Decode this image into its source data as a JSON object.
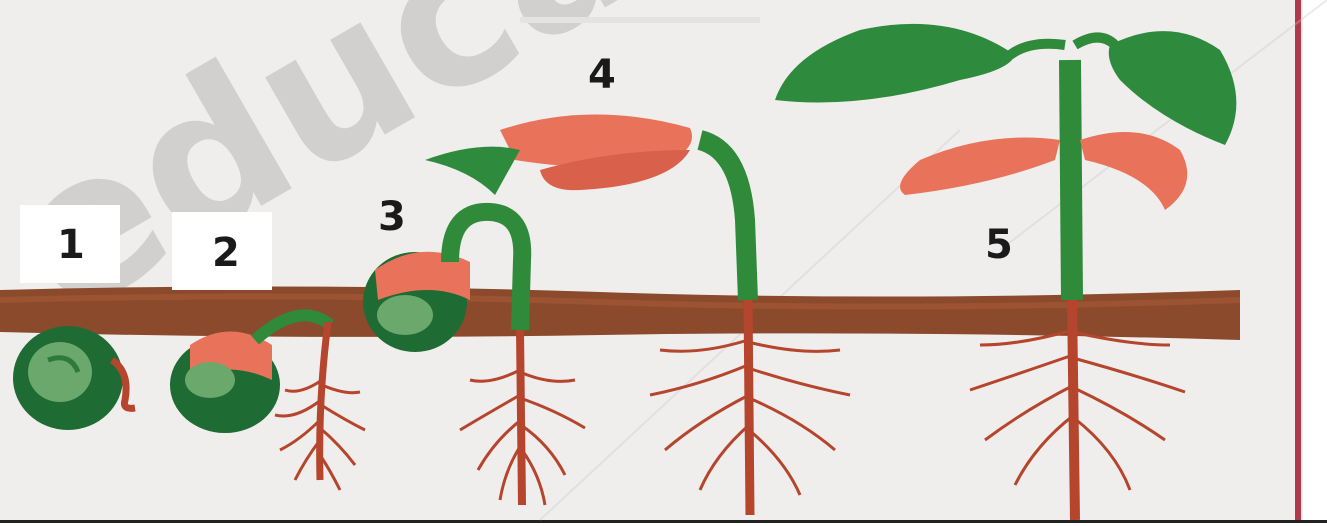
{
  "diagram": {
    "stages": [
      {
        "id": "stage-1",
        "label": "1"
      },
      {
        "id": "stage-2",
        "label": "2"
      },
      {
        "id": "stage-3",
        "label": "3"
      },
      {
        "id": "stage-4",
        "label": "4"
      },
      {
        "id": "stage-5",
        "label": "5"
      }
    ],
    "watermark": "educati"
  },
  "colors": {
    "background": "#efeeec",
    "soil": "#8b4a2b",
    "seed_coat": "#1f6b34",
    "cotyledon": "#e8735a",
    "stem": "#2f8a3a",
    "leaf": "#2e8b3e",
    "root": "#b5452c",
    "frame": "#b3394a"
  }
}
